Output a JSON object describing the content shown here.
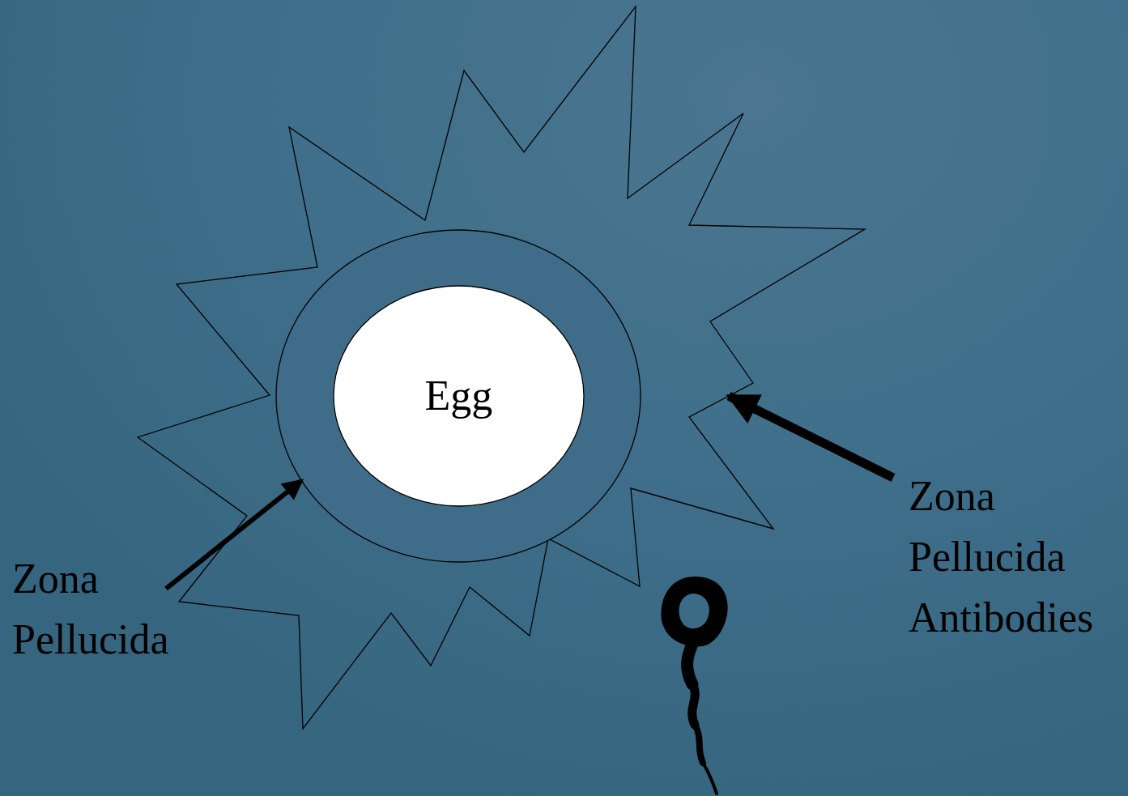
{
  "diagram": {
    "nodes": [
      {
        "text": [
          "Egg"
        ]
      }
    ],
    "labels": [
      "Zona Pellucida",
      "Zona Pellucida Antibodies"
    ]
  }
}
